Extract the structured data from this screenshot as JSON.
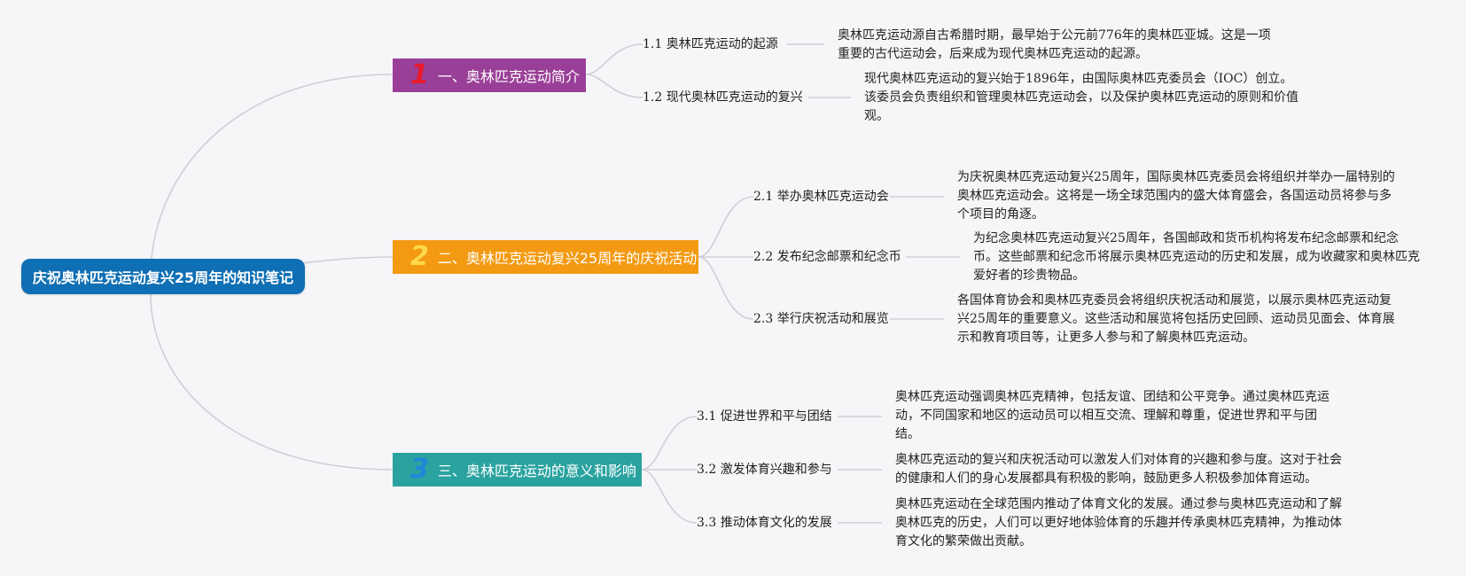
{
  "root": {
    "label": "庆祝奥林匹克运动复兴25周年的知识笔记"
  },
  "colors": {
    "root": "#0f6fb4",
    "topic1": "#9a3f98",
    "topic2": "#f39a12",
    "topic3": "#2aa3a0",
    "num1": "#e8192c",
    "num2": "#ffd84a",
    "num3": "#1f86d8",
    "line": "#cfcfd6"
  },
  "topics": [
    {
      "number": "1",
      "label": "一、奥林匹克运动简介",
      "subs": [
        {
          "label": "1.1 奥林匹克运动的起源",
          "desc": "奥林匹克运动源自古希腊时期，最早始于公元前776年的奥林匹亚城。这是一项重要的古代运动会，后来成为现代奥林匹克运动的起源。"
        },
        {
          "label": "1.2 现代奥林匹克运动的复兴",
          "desc": "现代奥林匹克运动的复兴始于1896年，由国际奥林匹克委员会（IOC）创立。该委员会负责组织和管理奥林匹克运动会，以及保护奥林匹克运动的原则和价值观。"
        }
      ]
    },
    {
      "number": "2",
      "label": "二、奥林匹克运动复兴25周年的庆祝活动",
      "subs": [
        {
          "label": "2.1 举办奥林匹克运动会",
          "desc": "为庆祝奥林匹克运动复兴25周年，国际奥林匹克委员会将组织并举办一届特别的奥林匹克运动会。这将是一场全球范围内的盛大体育盛会，各国运动员将参与多个项目的角逐。"
        },
        {
          "label": "2.2 发布纪念邮票和纪念币",
          "desc": "为纪念奥林匹克运动复兴25周年，各国邮政和货币机构将发布纪念邮票和纪念币。这些邮票和纪念币将展示奥林匹克运动的历史和发展，成为收藏家和奥林匹克爱好者的珍贵物品。"
        },
        {
          "label": "2.3 举行庆祝活动和展览",
          "desc": "各国体育协会和奥林匹克委员会将组织庆祝活动和展览，以展示奥林匹克运动复兴25周年的重要意义。这些活动和展览将包括历史回顾、运动员见面会、体育展示和教育项目等，让更多人参与和了解奥林匹克运动。"
        }
      ]
    },
    {
      "number": "3",
      "label": "三、奥林匹克运动的意义和影响",
      "subs": [
        {
          "label": "3.1 促进世界和平与团结",
          "desc": "奥林匹克运动强调奥林匹克精神，包括友谊、团结和公平竞争。通过奥林匹克运动，不同国家和地区的运动员可以相互交流、理解和尊重，促进世界和平与团结。"
        },
        {
          "label": "3.2 激发体育兴趣和参与",
          "desc": "奥林匹克运动的复兴和庆祝活动可以激发人们对体育的兴趣和参与度。这对于社会的健康和人们的身心发展都具有积极的影响，鼓励更多人积极参加体育运动。"
        },
        {
          "label": "3.3 推动体育文化的发展",
          "desc": "奥林匹克运动在全球范围内推动了体育文化的发展。通过参与奥林匹克运动和了解奥林匹克的历史，人们可以更好地体验体育的乐趣并传承奥林匹克精神，为推动体育文化的繁荣做出贡献。"
        }
      ]
    }
  ]
}
